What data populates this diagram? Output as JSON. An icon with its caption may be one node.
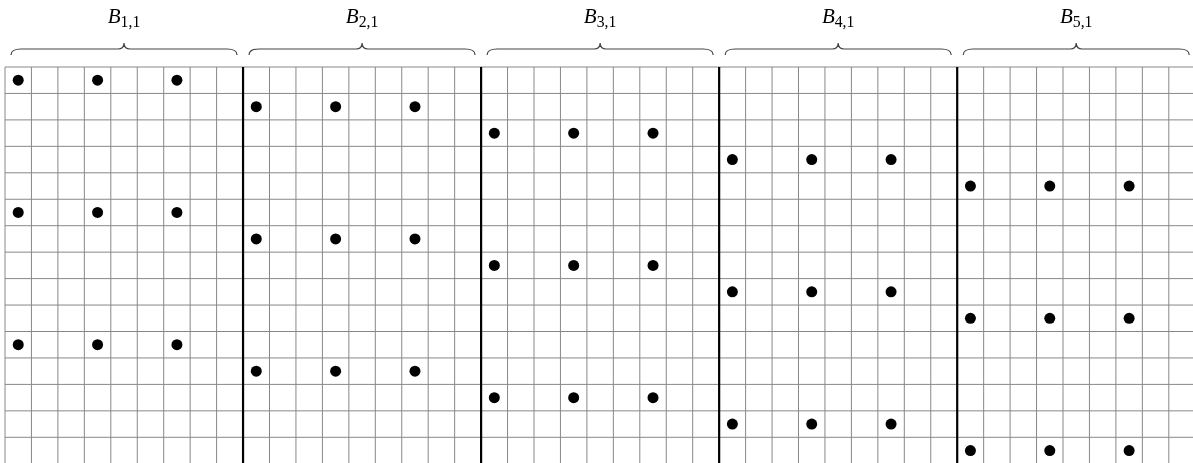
{
  "diagram": {
    "labels": [
      "*B*$_{1,1}$",
      "*B*$_{2,1}$",
      "*B*$_{3,1}$",
      "*B*$_{4,1}$",
      "*B*$_{5,1}$"
    ]
  }
}
